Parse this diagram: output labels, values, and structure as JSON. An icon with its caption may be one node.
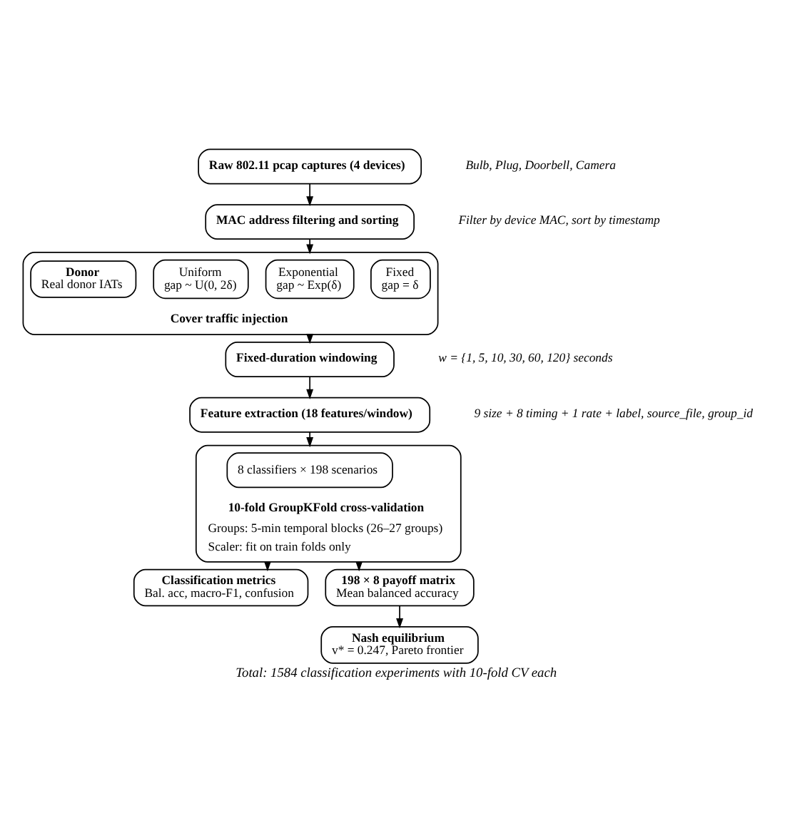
{
  "diagram": {
    "caption": "Total: 1584 classification experiments with 10-fold CV each",
    "nodes": [
      {
        "text": [
          "Raw 802.11 pcap captures (4 devices)"
        ],
        "beside": [
          "Bulb, Plug, Doorbell, Camera"
        ]
      },
      {
        "text": [
          "MAC address filtering and sorting"
        ],
        "beside": [
          "Filter by device MAC, sort by timestamp"
        ]
      },
      {
        "text": [
          "Cover traffic injection"
        ]
      },
      {
        "text": [
          "Fixed",
          "gap = δ"
        ],
        "in": 2
      },
      {
        "text": [
          "Exponential",
          "gap ~ Exp(δ)"
        ],
        "in": 2
      },
      {
        "text": [
          "Uniform",
          "gap ~ U(0, 2δ)"
        ],
        "in": 2
      },
      {
        "text": [
          "Donor",
          "Real donor IATs"
        ],
        "in": 2
      },
      {
        "text": [
          "Fixed-duration windowing"
        ],
        "beside": [
          "w = {1, 5, 10, 30, 60, 120} seconds"
        ]
      },
      {
        "text": [
          "Feature extraction (18 features/window)"
        ],
        "beside": [
          "9 size + 8 timing + 1 rate + label, source_file, group_id"
        ]
      },
      {
        "text": [
          "10-fold GroupKFold cross-validation",
          "Groups: 5-min temporal blocks (26–27 groups)",
          "Scaler: fit on train folds only"
        ]
      },
      {
        "text": [
          "8 classifiers × 198 scenarios"
        ],
        "in": 9
      },
      {
        "text": [
          "Classification metrics",
          "Bal. acc, macro-F1, confusion"
        ]
      },
      {
        "text": [
          "198 × 8 payoff matrix",
          "Mean balanced accuracy"
        ]
      },
      {
        "text": [
          "Nash equilibrium",
          "v* = 0.247, Pareto frontier"
        ]
      }
    ],
    "edges": [
      {
        "from": 0,
        "to": 1,
        "arrow": "to"
      },
      {
        "from": 1,
        "to": 2,
        "arrow": "to"
      },
      {
        "from": 2,
        "to": 7,
        "arrow": "to"
      },
      {
        "from": 7,
        "to": 8,
        "arrow": "to"
      },
      {
        "from": 8,
        "to": 9,
        "arrow": "to"
      },
      {
        "from": 9,
        "to": 11,
        "arrow": "to"
      },
      {
        "from": 9,
        "to": 12,
        "arrow": "to"
      },
      {
        "from": 12,
        "to": 13,
        "arrow": "to"
      }
    ]
  }
}
